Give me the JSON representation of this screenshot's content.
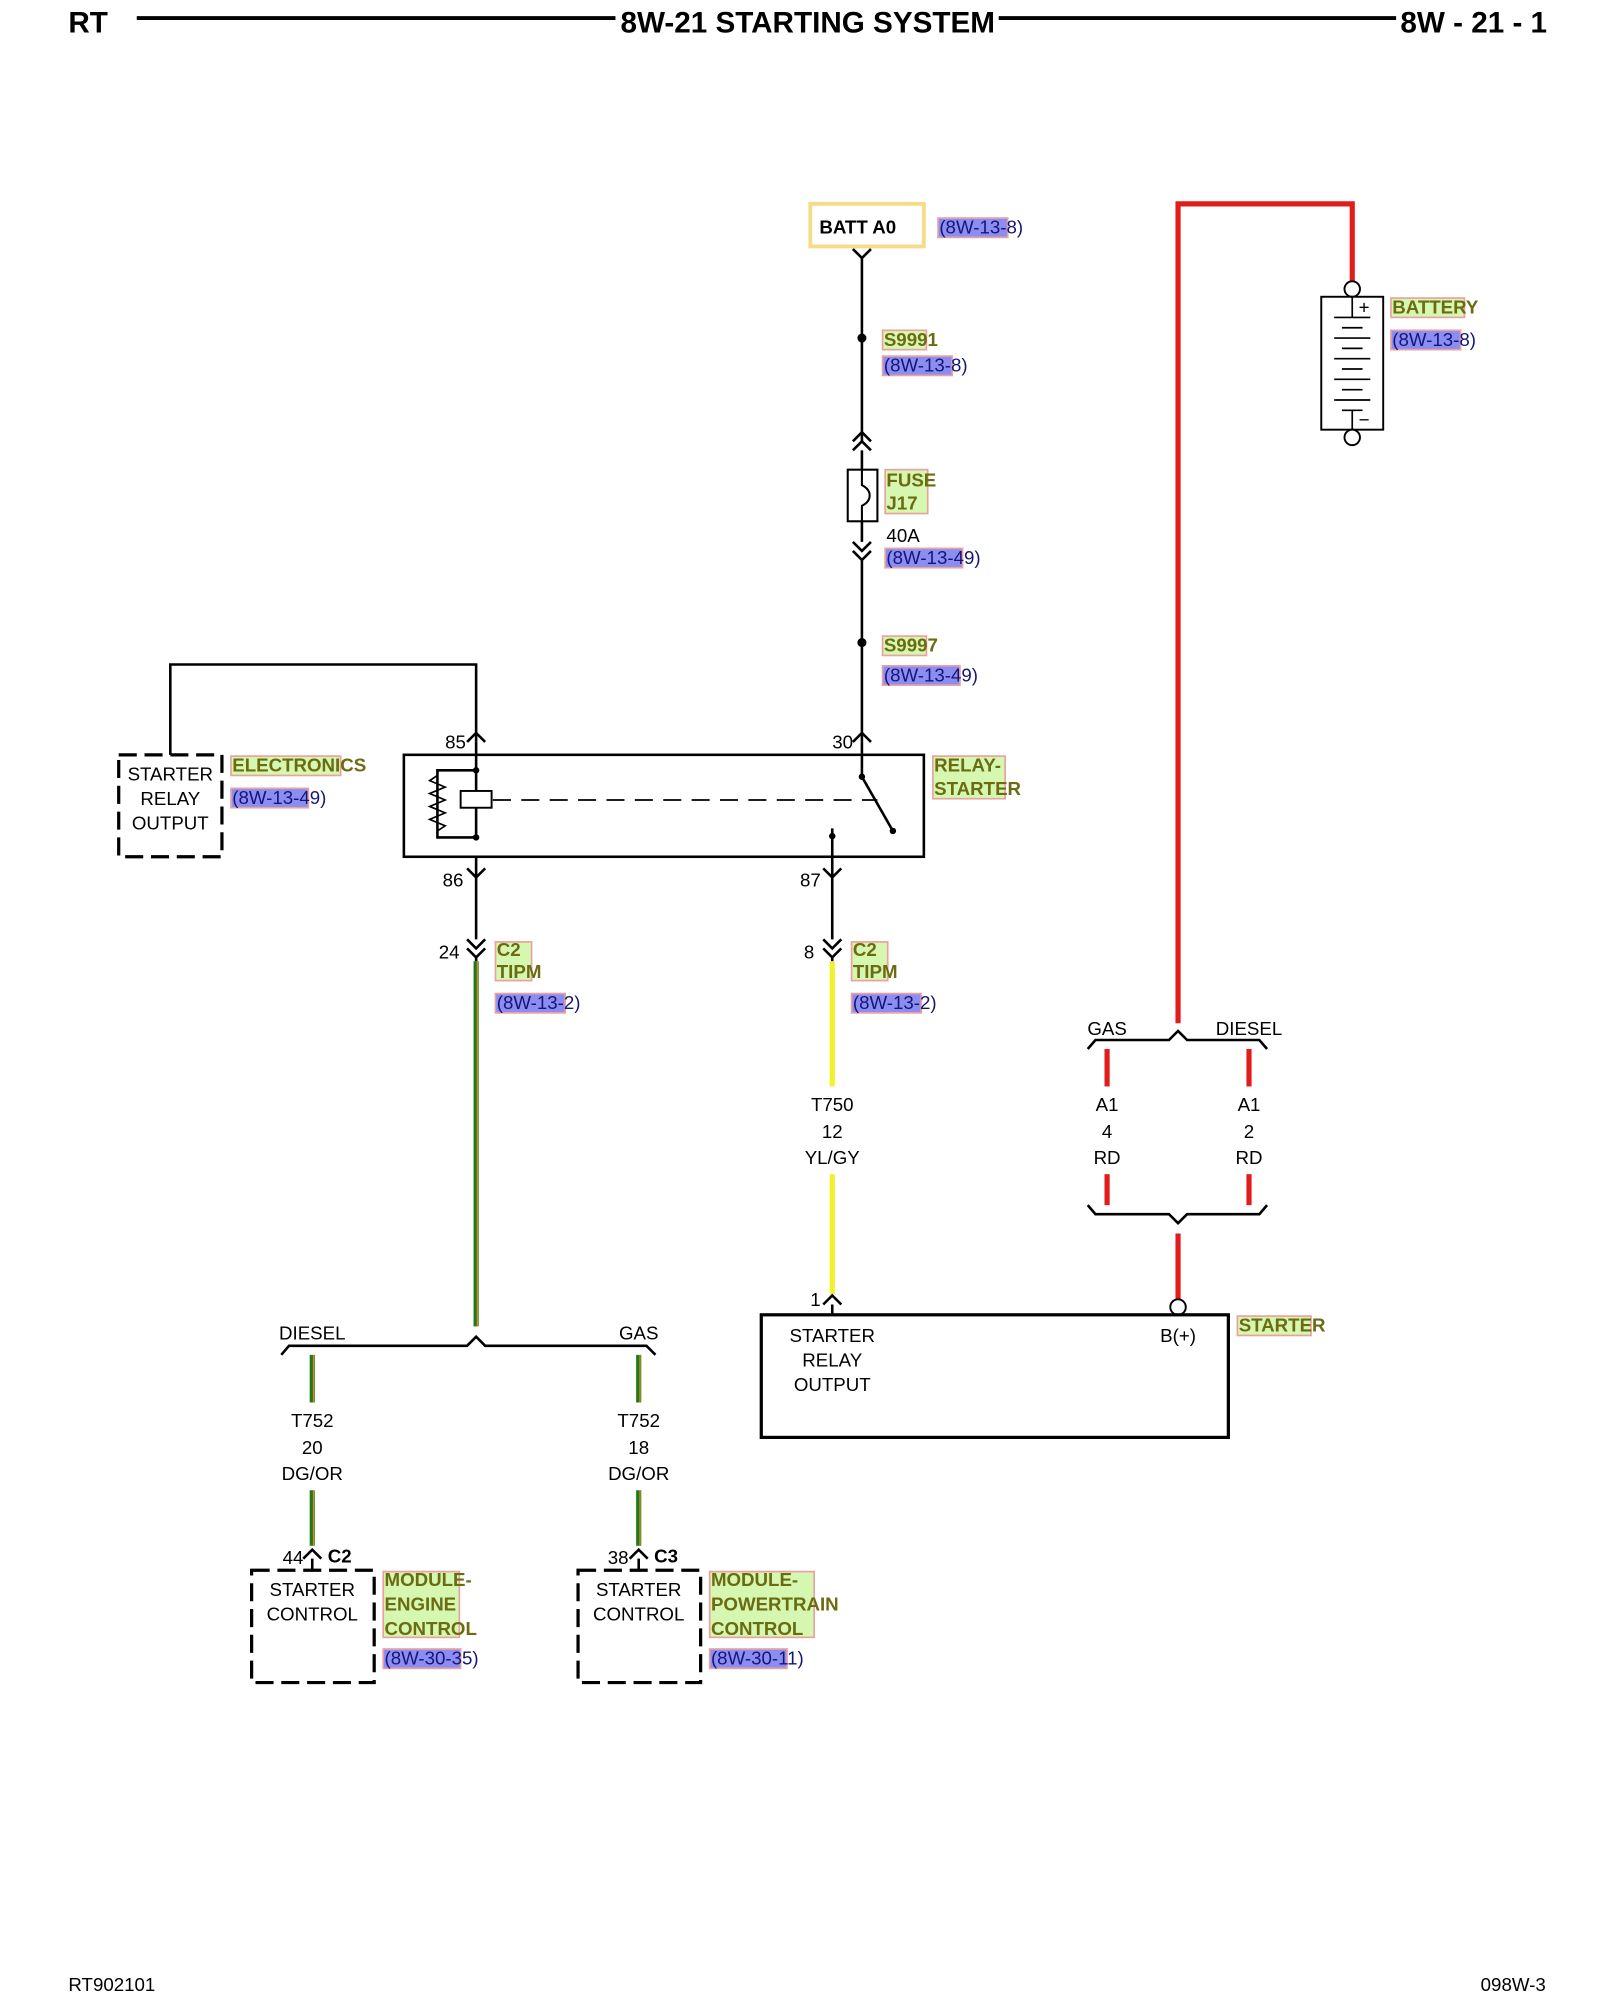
{
  "header": {
    "left": "RT",
    "title": "8W-21 STARTING SYSTEM",
    "right": "8W - 21 - 1"
  },
  "footer": {
    "left": "RT902101",
    "right": "098W-3"
  },
  "power": {
    "batt_label": "BATT A0",
    "batt_ref": "(8W-13-8)",
    "splice1": "S9991",
    "splice1_ref": "(8W-13-8)",
    "fuse_name_line1": "FUSE",
    "fuse_name_line2": "J17",
    "fuse_rating": "40A",
    "fuse_ref": "(8W-13-49)",
    "splice2": "S9997",
    "splice2_ref": "(8W-13-49)"
  },
  "battery": {
    "name": "BATTERY",
    "ref": "(8W-13-8)",
    "plus": "+",
    "minus": "−"
  },
  "relay": {
    "name_line1": "RELAY-",
    "name_line2": "STARTER",
    "pin85": "85",
    "pin30": "30",
    "pin86": "86",
    "pin87": "87"
  },
  "electronics": {
    "name": "ELECTRONICS",
    "ref": "(8W-13-49)",
    "lines": [
      "STARTER",
      "RELAY",
      "OUTPUT"
    ]
  },
  "tipm_left": {
    "pin": "24",
    "name_line1": "C2",
    "name_line2": "TIPM",
    "ref": "(8W-13-2)"
  },
  "tipm_right": {
    "pin": "8",
    "name_line1": "C2",
    "name_line2": "TIPM",
    "ref": "(8W-13-2)"
  },
  "wire_t750": {
    "circuit": "T750",
    "gauge": "12",
    "color": "YL/GY"
  },
  "wire_t752_diesel": {
    "circuit": "T752",
    "gauge": "20",
    "color": "DG/OR"
  },
  "wire_t752_gas": {
    "circuit": "T752",
    "gauge": "18",
    "color": "DG/OR"
  },
  "split_left": {
    "left": "DIESEL",
    "right": "GAS"
  },
  "split_right": {
    "left": "GAS",
    "right": "DIESEL"
  },
  "wire_a1_gas": {
    "circuit": "A1",
    "gauge": "4",
    "color": "RD"
  },
  "wire_a1_diesel": {
    "circuit": "A1",
    "gauge": "2",
    "color": "RD"
  },
  "starter": {
    "name": "STARTER",
    "pin1": "1",
    "lines": [
      "STARTER",
      "RELAY",
      "OUTPUT"
    ],
    "bplus": "B(+)"
  },
  "ecm": {
    "pin": "44",
    "conn": "C2",
    "lines": [
      "STARTER",
      "CONTROL"
    ],
    "name_lines": [
      "MODULE-",
      "ENGINE",
      "CONTROL"
    ],
    "ref": "(8W-30-35)"
  },
  "pcm": {
    "pin": "38",
    "conn": "C3",
    "lines": [
      "STARTER",
      "CONTROL"
    ],
    "name_lines": [
      "MODULE-",
      "POWERTRAIN",
      "CONTROL"
    ],
    "ref": "(8W-30-11)"
  },
  "colors": {
    "red_wire": "#e21b1b",
    "yellow_wire": "#f2f22a",
    "green_wire": "#1f7a1f",
    "orange_tracer": "#d98a1a",
    "batt_box": "#f6dc8a"
  }
}
